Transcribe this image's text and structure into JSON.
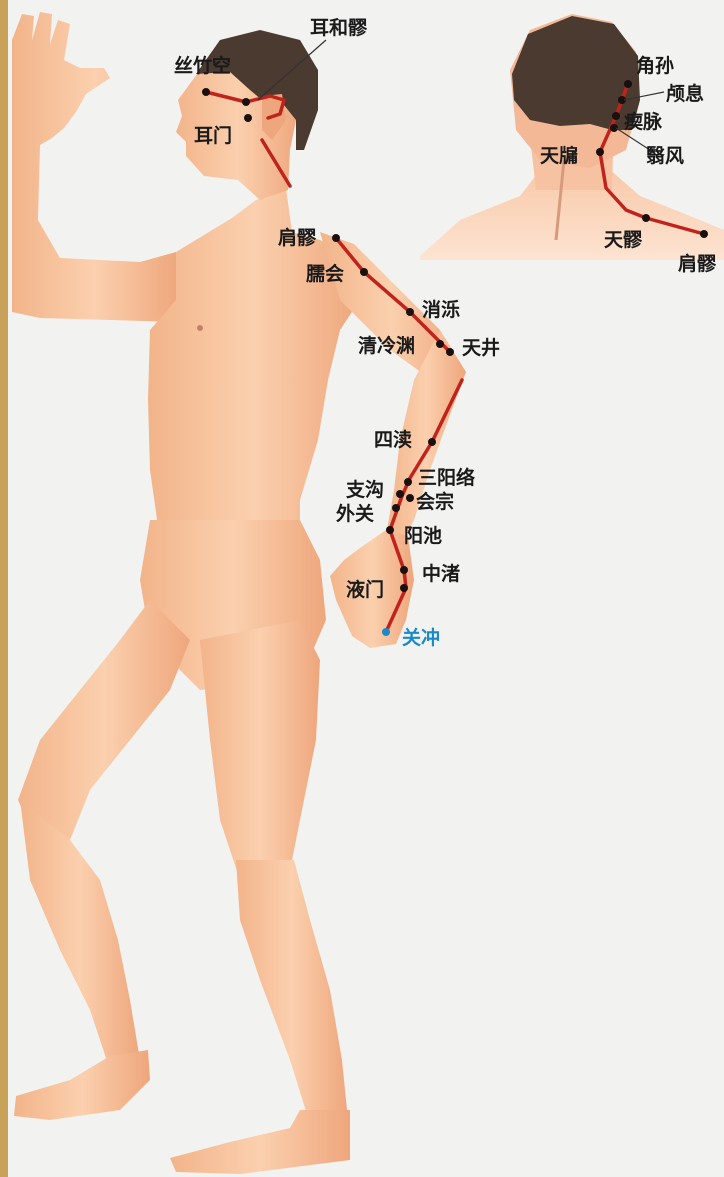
{
  "points": {
    "sizhukong": "丝竹空",
    "erheliao": "耳和髎",
    "ermen": "耳门",
    "jianliao": "肩髎",
    "naohui": "臑会",
    "xiaoluo": "消泺",
    "qinglengyuan": "清冷渊",
    "tianjing": "天井",
    "sidu": "四渎",
    "sanyangluo": "三阳络",
    "zhigou": "支沟",
    "huizong": "会宗",
    "waiguan": "外关",
    "yangchi": "阳池",
    "zhongzhu": "中渚",
    "yemen": "液门",
    "guanchong": "关冲"
  },
  "inset_points": {
    "jiaosun": "角孙",
    "luxi": "颅息",
    "chimai": "瘈脉",
    "yifeng": "翳风",
    "tianyou": "天牖",
    "tianliao": "天髎",
    "jianliao": "肩髎"
  },
  "colors": {
    "meridian": "#c0231c",
    "skin": "#f6c49c",
    "skin_shadow": "#e9a47a",
    "hair": "#4a3a30",
    "terminal_point": "#1a8ac8"
  }
}
